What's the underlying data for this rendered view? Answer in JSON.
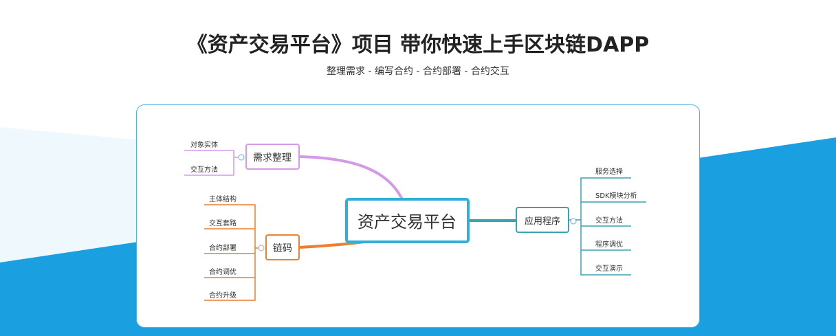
{
  "header": {
    "title": "《资产交易平台》项目 带你快速上手区块链DAPP",
    "subtitle": "整理需求 - 编写合约 - 合约部署 - 合约交互"
  },
  "mindmap": {
    "root": "资产交易平台",
    "branches": [
      {
        "label": "需求整理",
        "color": "#d49ae8",
        "children": [
          "对象实体",
          "交互方法"
        ]
      },
      {
        "label": "链码",
        "color": "#ee7f2d",
        "children": [
          "主体结构",
          "交互套路",
          "合约部署",
          "合约调优",
          "合约升级"
        ]
      },
      {
        "label": "应用程序",
        "color": "#3aa4ae",
        "children": [
          "服务选择",
          "SDK模块分析",
          "交互方法",
          "程序调优",
          "交互演示"
        ]
      }
    ]
  },
  "colors": {
    "accent": "#1a9fe0",
    "root_border": "#33aed6"
  }
}
